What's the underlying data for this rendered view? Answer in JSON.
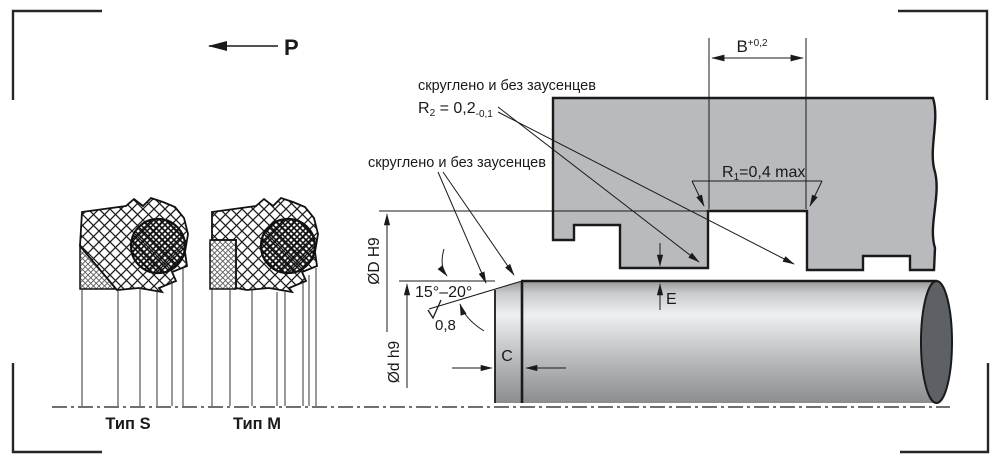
{
  "drawing": {
    "pressure_label": "P",
    "seal_types": {
      "s": "Тип S",
      "m": "Тип M"
    },
    "notes": {
      "rounded_burr_free_top": "скруглено и без заусенцев",
      "rounded_burr_free_shaft": "скруглено и без заусенцев"
    },
    "dimensions": {
      "r2": {
        "r": "R",
        "sub": "2",
        "eq": " = 0,2",
        "tol": "-0,1"
      },
      "r1": {
        "r": "R",
        "sub": "1",
        "rest": "=0,4 max"
      },
      "b": {
        "base": "B",
        "sup": "+0,2"
      },
      "groove_width_note": "",
      "angle": "15°–20°",
      "roughness": "0,8",
      "c": "C",
      "e": "E",
      "groove_dia": "ØD H9",
      "shaft_dia": "Ød h9"
    },
    "colors": {
      "line": "#1a1a1a",
      "housing_fill": "#b8babd",
      "shaft_end_fill": "#5d6165",
      "shaft_top": "#97999c",
      "shaft_light": "#eeeff0",
      "shaft_dark": "#8a8e91"
    }
  }
}
